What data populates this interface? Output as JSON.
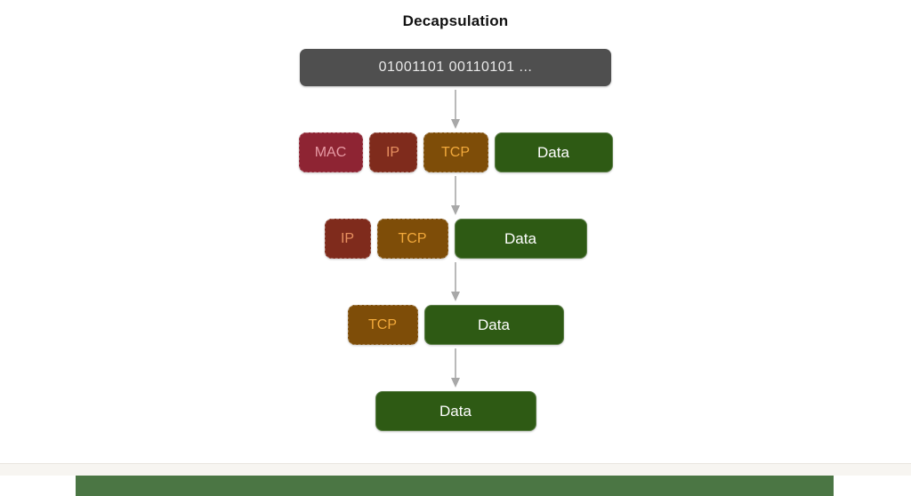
{
  "title": "Decapsulation",
  "bitstream": {
    "label": "01001101 00110101 ..."
  },
  "rows": [
    {
      "boxes": [
        {
          "label": "MAC"
        },
        {
          "label": "IP"
        },
        {
          "label": "TCP"
        },
        {
          "label": "Data"
        }
      ]
    },
    {
      "boxes": [
        {
          "label": "IP"
        },
        {
          "label": "TCP"
        },
        {
          "label": "Data"
        }
      ]
    },
    {
      "boxes": [
        {
          "label": "TCP"
        },
        {
          "label": "Data"
        }
      ]
    },
    {
      "boxes": [
        {
          "label": "Data"
        }
      ]
    }
  ],
  "colors": {
    "bitstream_bg": "#4f4f4f",
    "mac_bg": "#8e2433",
    "ip_bg": "#7f2b1c",
    "tcp_bg": "#7e4d08",
    "data_bg": "#2e5a14",
    "arrow": "#a8a8a8",
    "footer_bar": "#4b7644"
  }
}
